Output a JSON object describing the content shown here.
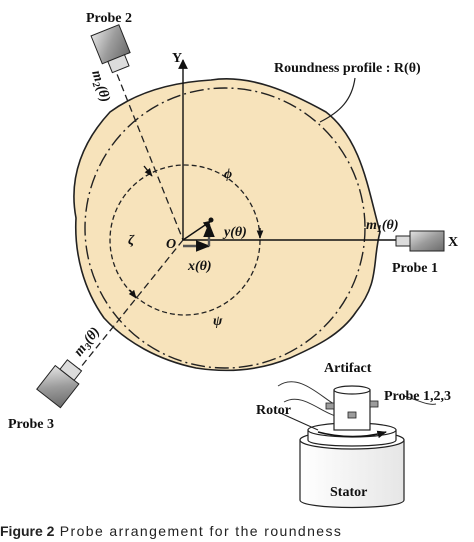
{
  "colors": {
    "profile_fill": "#f7e3bb",
    "ink": "#111111",
    "probe_body": "#8d8d8d",
    "probe_light": "#d8d8d8"
  },
  "labels": {
    "probe1": "Probe 1",
    "probe2": "Probe 2",
    "probe3": "Probe 3",
    "roundness_profile": "Roundness profile : R(θ)",
    "axis_y": "Y",
    "axis_x": "X",
    "origin": "O",
    "phi": "ϕ",
    "zeta": "ζ",
    "psi": "ψ",
    "y_theta": "y(θ)",
    "x_theta": "x(θ)",
    "m1_base": "m",
    "m1_sub": "1",
    "m1_arg": "(θ)",
    "m2_base": "m",
    "m2_sub": "2",
    "m2_arg": "(θ)",
    "m3_base": "m",
    "m3_sub": "3",
    "m3_arg": "(θ)"
  },
  "inset": {
    "artifact": "Artifact",
    "probes": "Probe 1,2,3",
    "rotor": "Rotor",
    "stator": "Stator"
  },
  "caption": {
    "prefix": "Figure 2",
    "text": "Probe arrangement for the roundness"
  },
  "icons": [
    "probe-icon",
    "spindle-icon"
  ]
}
